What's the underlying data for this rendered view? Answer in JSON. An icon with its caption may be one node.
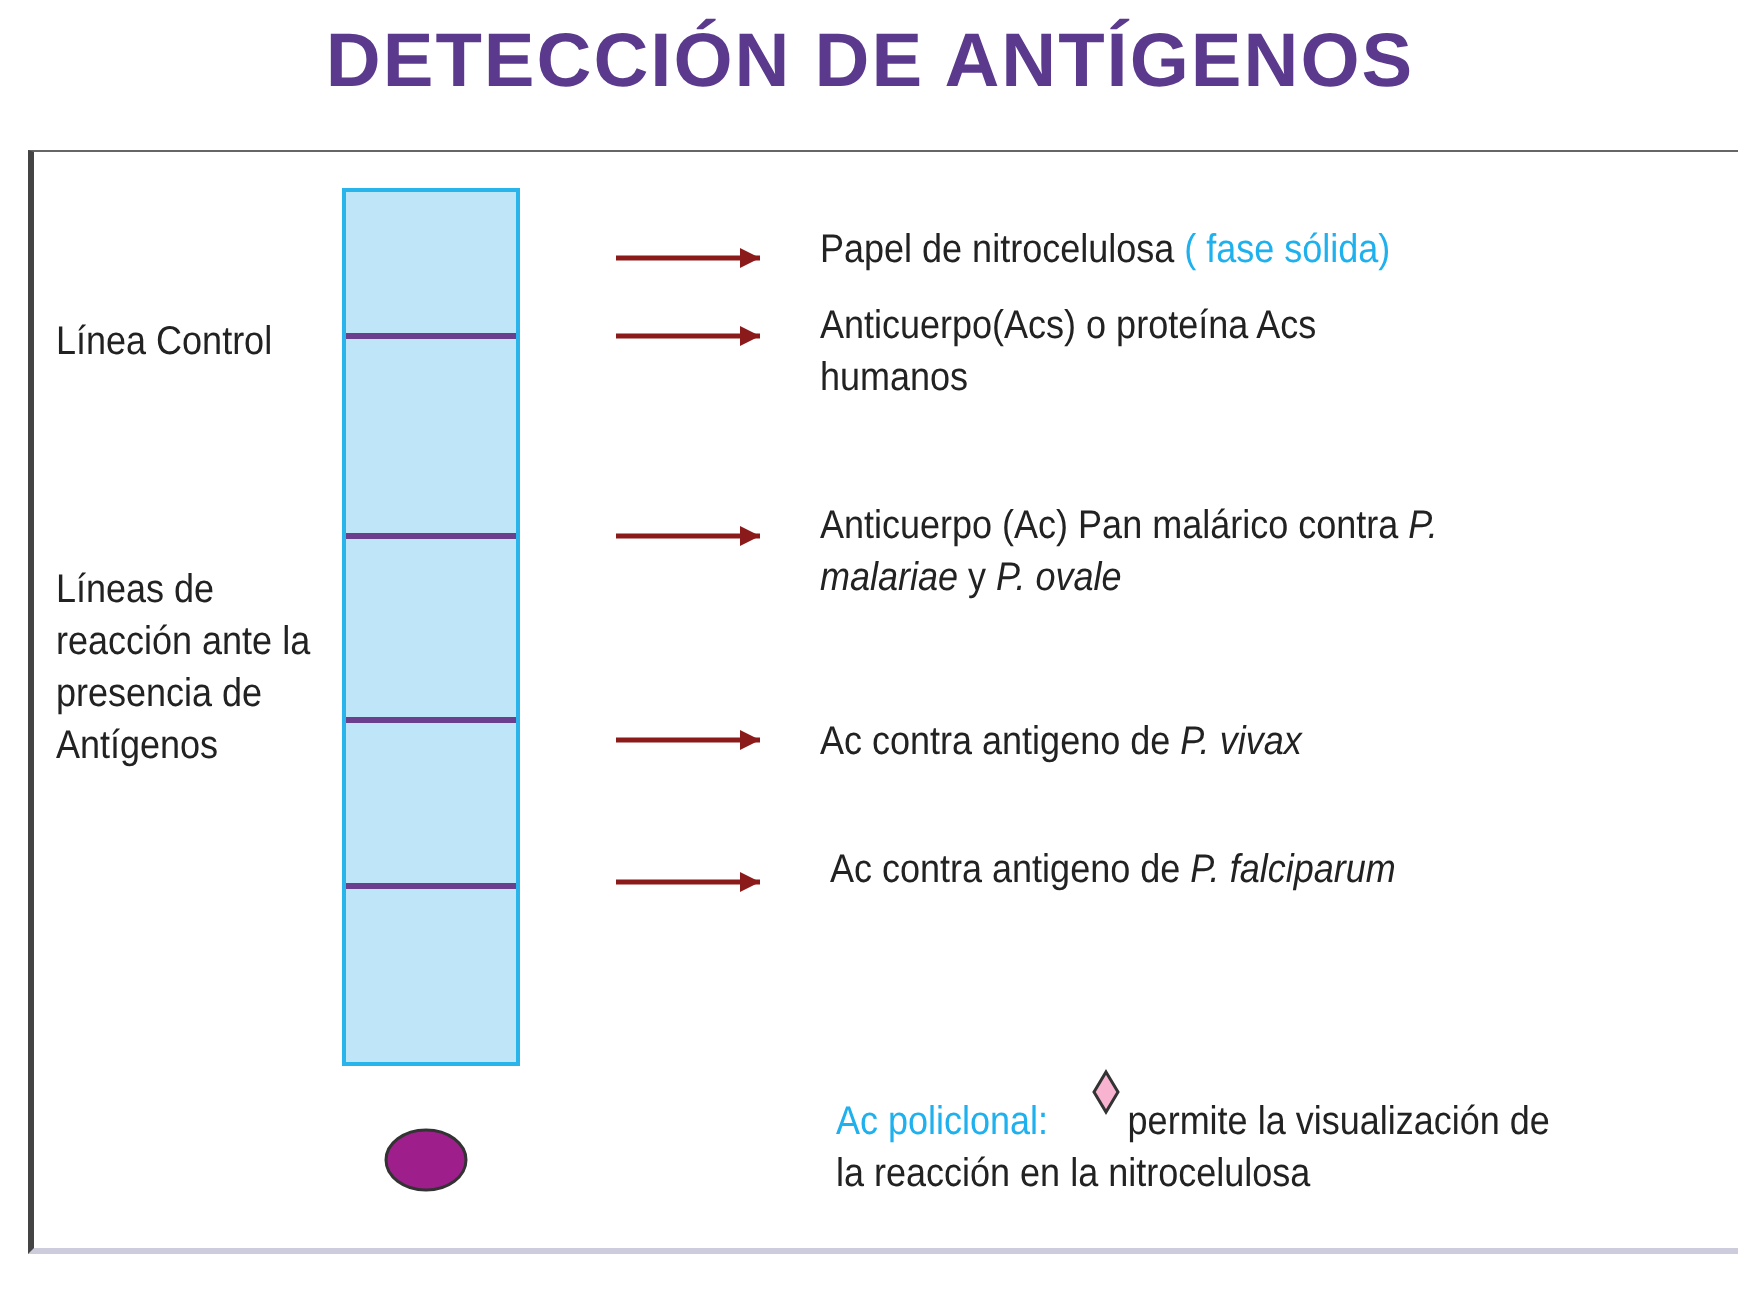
{
  "diagram": {
    "title": "DETECCIÓN DE ANTÍGENOS",
    "nodes": [
      {
        "text": [
          "Papel de nitrocelulosa",
          "( fase sólida)"
        ]
      },
      {
        "text": [
          "Anticuerpo(Acs) o proteína Acs humanos"
        ]
      },
      {
        "text": [
          "Anticuerpo (Ac) Pan malárico contra *P. malariae* y *P. ovale*"
        ]
      },
      {
        "text": [
          "Ac contra antigeno de *P. vivax*"
        ]
      },
      {
        "text": [
          "Ac contra antigeno de *P. falciparum*"
        ]
      }
    ],
    "edges": [
      {
        "from": null,
        "to": 0,
        "arrow": "to"
      },
      {
        "from": null,
        "to": 1,
        "arrow": "to"
      },
      {
        "from": null,
        "to": 2,
        "arrow": "to"
      },
      {
        "from": null,
        "to": 3,
        "arrow": "to"
      },
      {
        "from": null,
        "to": 4,
        "arrow": "to"
      }
    ],
    "labels": [
      "Línea Control",
      "Líneas de reacción ante la presencia de Antígenos",
      "Ac policlonal:",
      "permite la visualización de la reacción en la nitrocelulosa"
    ]
  }
}
